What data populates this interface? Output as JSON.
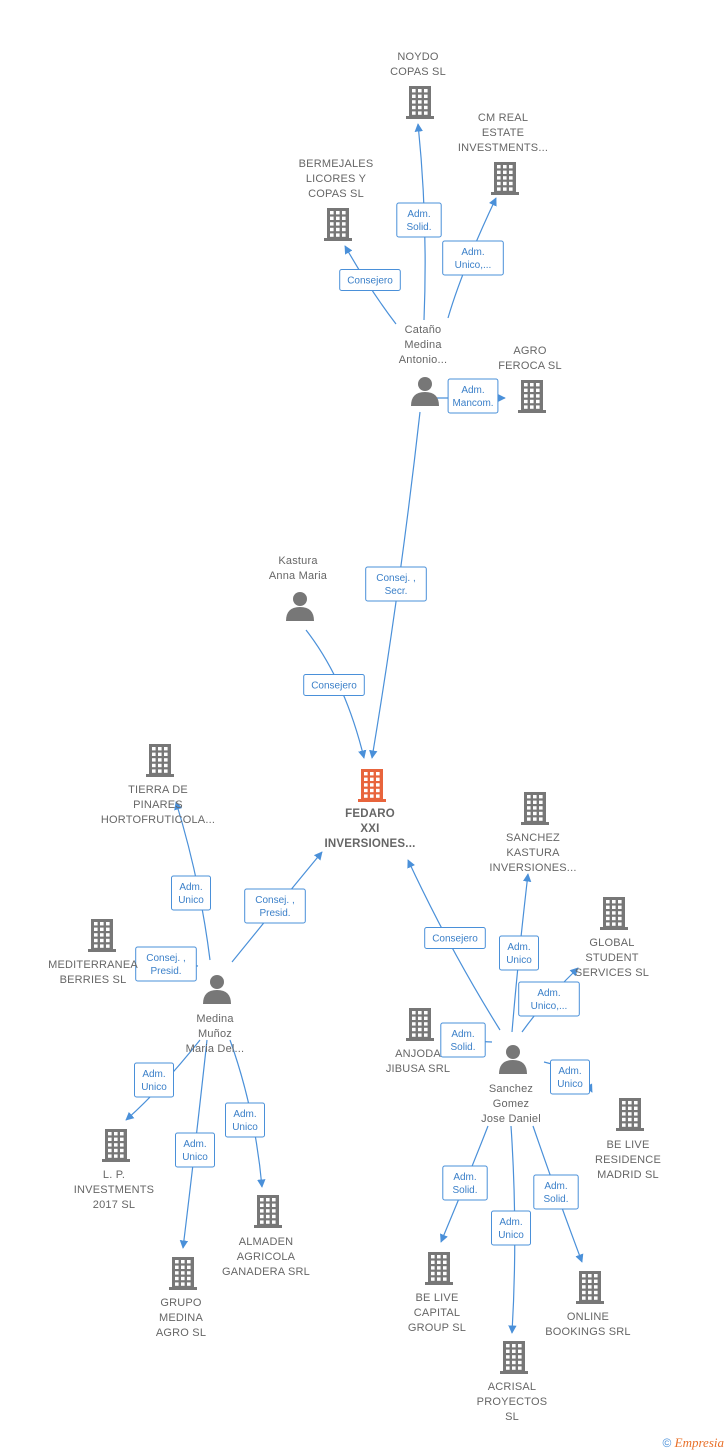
{
  "colors": {
    "company": "#777777",
    "focus": "#e8643c",
    "person": "#777777",
    "edge": "#4a90d9"
  },
  "footer": {
    "copyright": "©",
    "brand": "Empresia"
  },
  "nodes": [
    {
      "id": "fedaro",
      "type": "company",
      "focus": true,
      "label": [
        "FEDARO",
        "XXI",
        "INVERSIONES..."
      ],
      "icon": "building-icon"
    },
    {
      "id": "noydo",
      "type": "company",
      "label": [
        "NOYDO",
        "COPAS SL"
      ],
      "icon": "building-icon"
    },
    {
      "id": "cmreal",
      "type": "company",
      "label": [
        "CM REAL",
        "ESTATE",
        "INVESTMENTS..."
      ],
      "icon": "building-icon"
    },
    {
      "id": "bermejales",
      "type": "company",
      "label": [
        "BERMEJALES",
        "LICORES Y",
        "COPAS SL"
      ],
      "icon": "building-icon"
    },
    {
      "id": "catano",
      "type": "person",
      "label": [
        "Cataño",
        "Medina",
        "Antonio..."
      ],
      "icon": "person-icon"
    },
    {
      "id": "agroferoca",
      "type": "company",
      "label": [
        "AGRO",
        "FEROCA  SL"
      ],
      "icon": "building-icon"
    },
    {
      "id": "kastura",
      "type": "person",
      "label": [
        "Kastura",
        "Anna Maria"
      ],
      "icon": "person-icon"
    },
    {
      "id": "tierra",
      "type": "company",
      "label": [
        "TIERRA DE",
        "PINARES",
        "HORTOFRUTICOLA..."
      ],
      "icon": "building-icon"
    },
    {
      "id": "mediterranea",
      "type": "company",
      "label": [
        "MEDITERRANEA",
        "BERRIES  SL"
      ],
      "icon": "building-icon"
    },
    {
      "id": "medina",
      "type": "person",
      "label": [
        "Medina",
        "Muñoz",
        "Maria Del..."
      ],
      "icon": "person-icon"
    },
    {
      "id": "lp",
      "type": "company",
      "label": [
        "L. P.",
        "INVESTMENTS",
        "2017  SL"
      ],
      "icon": "building-icon"
    },
    {
      "id": "almaden",
      "type": "company",
      "label": [
        "ALMADEN",
        "AGRICOLA",
        "GANADERA SRL"
      ],
      "icon": "building-icon"
    },
    {
      "id": "grupomedina",
      "type": "company",
      "label": [
        "GRUPO",
        "MEDINA",
        "AGRO  SL"
      ],
      "icon": "building-icon"
    },
    {
      "id": "sanchezk",
      "type": "company",
      "label": [
        "SANCHEZ",
        "KASTURA",
        "INVERSIONES..."
      ],
      "icon": "building-icon"
    },
    {
      "id": "global",
      "type": "company",
      "label": [
        "GLOBAL",
        "STUDENT",
        "SERVICES SL"
      ],
      "icon": "building-icon"
    },
    {
      "id": "anjoda",
      "type": "company",
      "label": [
        "ANJODA",
        "JIBUSA SRL"
      ],
      "icon": "building-icon"
    },
    {
      "id": "sanchezg",
      "type": "person",
      "label": [
        "Sanchez",
        "Gomez",
        "Jose Daniel"
      ],
      "icon": "person-icon"
    },
    {
      "id": "beliveres",
      "type": "company",
      "label": [
        "BE LIVE",
        "RESIDENCE",
        "MADRID  SL"
      ],
      "icon": "building-icon"
    },
    {
      "id": "belivecap",
      "type": "company",
      "label": [
        "BE LIVE",
        "CAPITAL",
        "GROUP  SL"
      ],
      "icon": "building-icon"
    },
    {
      "id": "online",
      "type": "company",
      "label": [
        "ONLINE",
        "BOOKINGS SRL"
      ],
      "icon": "building-icon"
    },
    {
      "id": "acrisal",
      "type": "company",
      "label": [
        "ACRISAL",
        "PROYECTOS",
        "SL"
      ],
      "icon": "building-icon"
    }
  ],
  "edges": [
    {
      "from": "catano",
      "to": "noydo",
      "label": [
        "Adm.",
        "Solid."
      ]
    },
    {
      "from": "catano",
      "to": "cmreal",
      "label": [
        "Adm.",
        "Unico,..."
      ]
    },
    {
      "from": "catano",
      "to": "bermejales",
      "label": [
        "Consejero"
      ]
    },
    {
      "from": "catano",
      "to": "agroferoca",
      "label": [
        "Adm.",
        "Mancom."
      ]
    },
    {
      "from": "catano",
      "to": "fedaro",
      "label": [
        "Consej. ,",
        "Secr."
      ]
    },
    {
      "from": "kastura",
      "to": "fedaro",
      "label": [
        "Consejero"
      ]
    },
    {
      "from": "medina",
      "to": "tierra",
      "label": [
        "Adm.",
        "Unico"
      ]
    },
    {
      "from": "medina",
      "to": "mediterranea",
      "label": [
        "Consej. ,",
        "Presid."
      ]
    },
    {
      "from": "medina",
      "to": "fedaro",
      "label": [
        "Consej. ,",
        "Presid."
      ]
    },
    {
      "from": "medina",
      "to": "lp",
      "label": [
        "Adm.",
        "Unico"
      ]
    },
    {
      "from": "medina",
      "to": "almaden",
      "label": [
        "Adm.",
        "Unico"
      ]
    },
    {
      "from": "medina",
      "to": "grupomedina",
      "label": [
        "Adm.",
        "Unico"
      ]
    },
    {
      "from": "sanchezg",
      "to": "fedaro",
      "label": [
        "Consejero"
      ]
    },
    {
      "from": "sanchezg",
      "to": "sanchezk",
      "label": [
        "Adm.",
        "Unico"
      ]
    },
    {
      "from": "sanchezg",
      "to": "global",
      "label": [
        "Adm.",
        "Unico,..."
      ]
    },
    {
      "from": "sanchezg",
      "to": "anjoda",
      "label": [
        "Adm.",
        "Solid."
      ]
    },
    {
      "from": "sanchezg",
      "to": "beliveres",
      "label": [
        "Adm.",
        "Unico"
      ]
    },
    {
      "from": "sanchezg",
      "to": "belivecap",
      "label": [
        "Adm.",
        "Solid."
      ]
    },
    {
      "from": "sanchezg",
      "to": "online",
      "label": [
        "Adm.",
        "Solid."
      ]
    },
    {
      "from": "sanchezg",
      "to": "acrisal",
      "label": [
        "Adm.",
        "Unico"
      ]
    }
  ]
}
